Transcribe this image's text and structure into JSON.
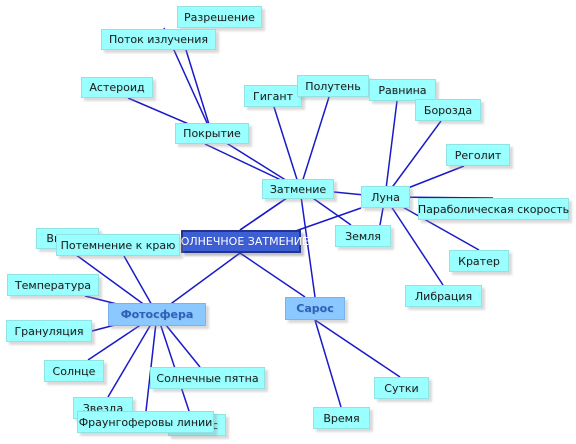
{
  "style": {
    "line_color": "#1a1ac8",
    "node_fill": "#99ffff",
    "subtopic_fill": "#8ac8ff",
    "center_fill": "#3d5fd3"
  },
  "nodes": {
    "center": "СОЛНЕЧНОЕ ЗАТМЕНИЕ",
    "zatmenie": "Затмение",
    "pokrytie": "Покрытие",
    "razreshenie": "Разрешение",
    "potok": "Поток излучения",
    "asteroid": "Астероид",
    "gigant": "Гигант",
    "poluten": "Полутень",
    "ravnina": "Равнина",
    "borozda": "Борозда",
    "luna": "Луна",
    "regolit": "Реголит",
    "parabolic": "Параболическая скорость",
    "krater": "Кратер",
    "libracia": "Либрация",
    "zemlya": "Земля",
    "saros": "Сарос",
    "sutki": "Сутки",
    "vremya": "Время",
    "fotosfera": "Фотосфера",
    "vysota": "Высота",
    "potemnenie": "Потемнение к краю",
    "temperatura": "Температура",
    "granulyaciya": "Грануляция",
    "solnce": "Солнце",
    "pyatna": "Солнечные пятна",
    "zvezda": "Звезда",
    "fraunhofer": "Фраунгоферовы линии",
    "ellips": "Эллипс"
  }
}
